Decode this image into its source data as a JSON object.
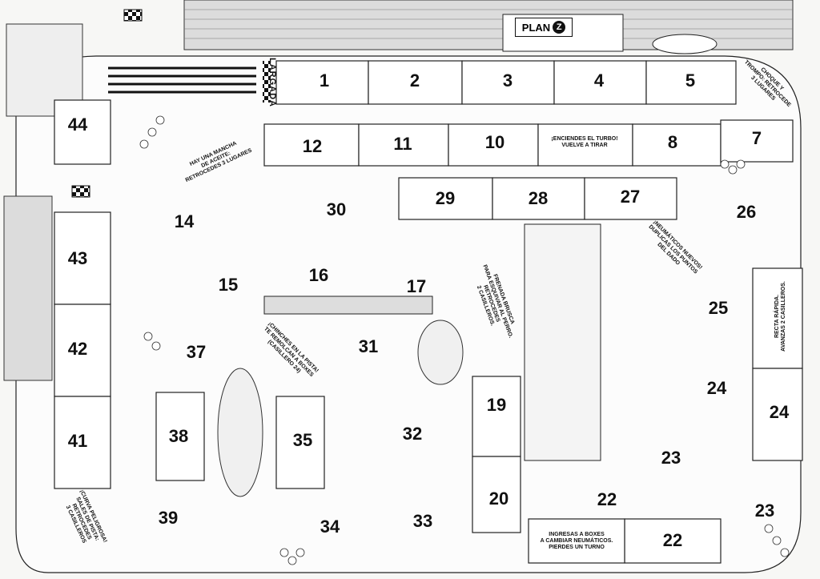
{
  "board": {
    "logo_text": "PLAN",
    "logo_mark": "Z",
    "start_label": "LARGADA"
  },
  "squares": [
    {
      "id": "sq-1",
      "label": "1"
    },
    {
      "id": "sq-2",
      "label": "2"
    },
    {
      "id": "sq-3",
      "label": "3"
    },
    {
      "id": "sq-4",
      "label": "4"
    },
    {
      "id": "sq-5",
      "label": "5"
    },
    {
      "id": "sq-7",
      "label": "7"
    },
    {
      "id": "sq-8",
      "label": "8"
    },
    {
      "id": "sq-10",
      "label": "10"
    },
    {
      "id": "sq-11",
      "label": "11"
    },
    {
      "id": "sq-12",
      "label": "12"
    },
    {
      "id": "sq-14",
      "label": "14"
    },
    {
      "id": "sq-15",
      "label": "15"
    },
    {
      "id": "sq-16",
      "label": "16"
    },
    {
      "id": "sq-17",
      "label": "17"
    },
    {
      "id": "sq-19",
      "label": "19"
    },
    {
      "id": "sq-20",
      "label": "20"
    },
    {
      "id": "sq-22a",
      "label": "22"
    },
    {
      "id": "sq-22b",
      "label": "22"
    },
    {
      "id": "sq-23a",
      "label": "23"
    },
    {
      "id": "sq-23b",
      "label": "23"
    },
    {
      "id": "sq-24a",
      "label": "24"
    },
    {
      "id": "sq-24b",
      "label": "24"
    },
    {
      "id": "sq-25",
      "label": "25"
    },
    {
      "id": "sq-26",
      "label": "26"
    },
    {
      "id": "sq-27",
      "label": "27"
    },
    {
      "id": "sq-28",
      "label": "28"
    },
    {
      "id": "sq-29",
      "label": "29"
    },
    {
      "id": "sq-30",
      "label": "30"
    },
    {
      "id": "sq-31",
      "label": "31"
    },
    {
      "id": "sq-32",
      "label": "32"
    },
    {
      "id": "sq-33",
      "label": "33"
    },
    {
      "id": "sq-34",
      "label": "34"
    },
    {
      "id": "sq-35",
      "label": "35"
    },
    {
      "id": "sq-37",
      "label": "37"
    },
    {
      "id": "sq-38",
      "label": "38"
    },
    {
      "id": "sq-39",
      "label": "39"
    },
    {
      "id": "sq-41",
      "label": "41"
    },
    {
      "id": "sq-42",
      "label": "42"
    },
    {
      "id": "sq-43",
      "label": "43"
    },
    {
      "id": "sq-44",
      "label": "44"
    }
  ],
  "special_squares": [
    {
      "id": "choque",
      "lines": [
        "CHOQUE Y",
        "TROMPO: RETROCEDE",
        "3 LUGARES"
      ]
    },
    {
      "id": "turbo",
      "lines": [
        "¡ENCIENDES EL TURBO!",
        "VUELVE A TIRAR"
      ]
    },
    {
      "id": "aceite",
      "lines": [
        "HAY UNA MANCHA",
        "DE ACEITE:",
        "RETROCEDES 3 LUGARES"
      ]
    },
    {
      "id": "neumaticos",
      "lines": [
        "¡NEUMÁTICOS NUEVOS!",
        "DUPLICAS LOS PUNTOS",
        "DEL DADO"
      ]
    },
    {
      "id": "recta",
      "lines": [
        "RECTA RÁPIDA.",
        "AVANZAS 2 CASILLEROS."
      ]
    },
    {
      "id": "frenada",
      "lines": [
        "FRENADA BRUSCA",
        "PARA ESQUIVAR AL PERRO.",
        "RETROCEDES",
        "2 CASILLEROS."
      ]
    },
    {
      "id": "chinches",
      "lines": [
        "¡CHINCHES EN LA PISTA!",
        "TE REMOLCAN A BOXES",
        "(CASILLERO 24)"
      ]
    },
    {
      "id": "boxes",
      "lines": [
        "INGRESAS A BOXES",
        "A CAMBIAR NEUMÁTICOS.",
        "PIERDES UN TURNO"
      ]
    },
    {
      "id": "curva",
      "lines": [
        "¡CURVA PELIGROSA!",
        "SALES DE PISTA:",
        "RETROCEDES",
        "3 CASILLEROS"
      ]
    }
  ]
}
